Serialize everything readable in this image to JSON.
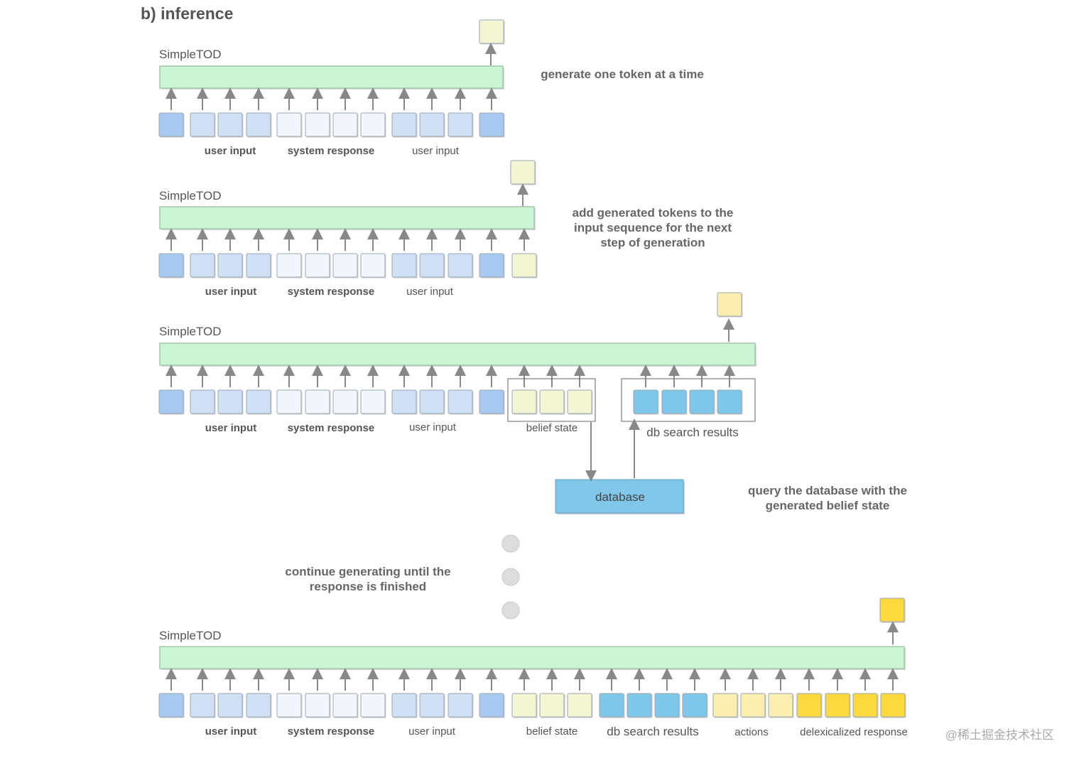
{
  "title": "b) inference",
  "colors": {
    "model_bar": "#ccf5d6",
    "model_bar_border": "#a3c7aa",
    "user_input_dark": "#a7c8ef",
    "user_input_light": "#cfe0f5",
    "system_response": "#f2f6fb",
    "belief_state": "#f3f5d3",
    "db_results": "#7fc7ea",
    "actions": "#fbeeb0",
    "response_token": "#fbd93f",
    "database": "#80c7ea",
    "arrow": "#888888",
    "ellipsis_dot": "#dddddd"
  },
  "panels": [
    {
      "model_label": "SimpleTOD",
      "segments": [
        {
          "label": "user input",
          "bold": true
        },
        {
          "label": "system response",
          "bold": true
        },
        {
          "label": "user input",
          "bold": false
        }
      ],
      "note": "generate one token at a time"
    },
    {
      "model_label": "SimpleTOD",
      "segments": [
        {
          "label": "user input",
          "bold": true
        },
        {
          "label": "system response",
          "bold": true
        },
        {
          "label": "user input",
          "bold": false
        }
      ],
      "note": "add generated tokens to the\ninput sequence for the next\nstep of generation"
    },
    {
      "model_label": "SimpleTOD",
      "segments": [
        {
          "label": "user input",
          "bold": true
        },
        {
          "label": "system response",
          "bold": true
        },
        {
          "label": "user input",
          "bold": false
        },
        {
          "label": "belief state",
          "bold": false
        },
        {
          "label": "db search results",
          "bold": false
        }
      ],
      "database_label": "database",
      "note": "query the database with the\ngenerated belief state"
    },
    {
      "model_label": "SimpleTOD",
      "segments": [
        {
          "label": "user input",
          "bold": true
        },
        {
          "label": "system response",
          "bold": true
        },
        {
          "label": "user input",
          "bold": false
        },
        {
          "label": "belief state",
          "bold": false
        },
        {
          "label": "db search results",
          "bold": false
        },
        {
          "label": "actions",
          "bold": false
        },
        {
          "label": "delexicalized response",
          "bold": false
        }
      ]
    }
  ],
  "continue_note": "continue generating until the\nresponse is finished",
  "watermark": "@稀土掘金技术社区"
}
